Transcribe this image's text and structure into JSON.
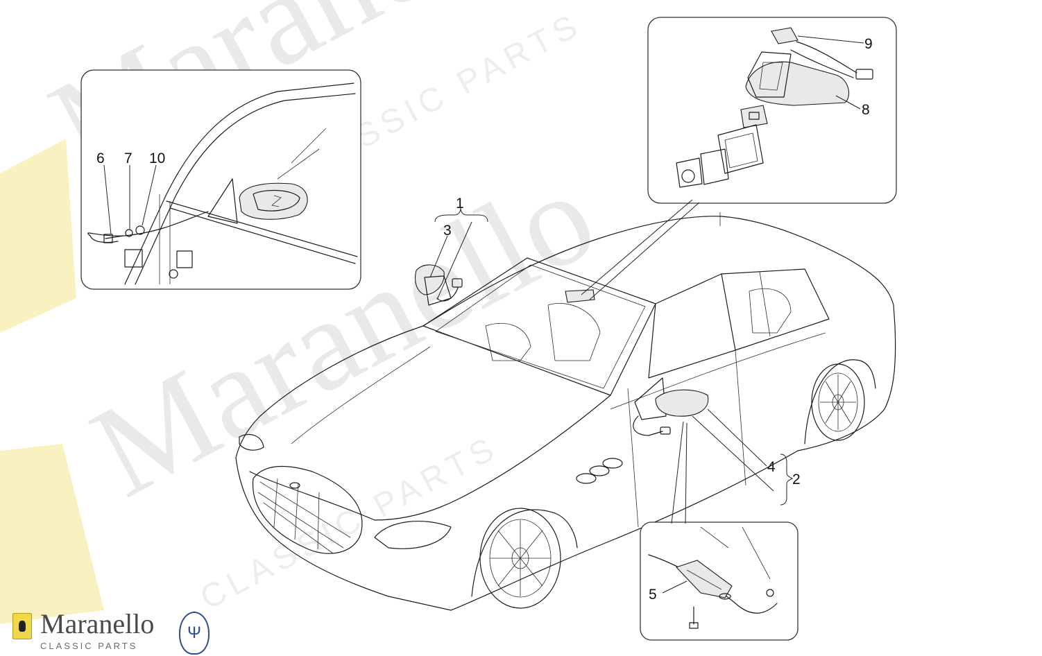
{
  "diagram": {
    "watermark": {
      "brand": "Maranello",
      "sub": "CLASSIC PARTS"
    },
    "callouts": [
      {
        "id": "c1",
        "label": "1"
      },
      {
        "id": "c2",
        "label": "2"
      },
      {
        "id": "c3",
        "label": "3"
      },
      {
        "id": "c4",
        "label": "4"
      },
      {
        "id": "c5",
        "label": "5"
      },
      {
        "id": "c6",
        "label": "6"
      },
      {
        "id": "c7",
        "label": "7"
      },
      {
        "id": "c8",
        "label": "8"
      },
      {
        "id": "c9",
        "label": "9"
      },
      {
        "id": "c10",
        "label": "10"
      }
    ],
    "inset_panels": [
      "door-mirror-mounting-detail",
      "interior-mirror-exploded-detail",
      "courtesy-lamp-detail"
    ]
  },
  "branding": {
    "name": "Maranello",
    "tagline": "CLASSIC PARTS",
    "logo_icon": "ferrari-shield-icon",
    "partner_icon": "maserati-trident-icon"
  },
  "colors": {
    "line": "#1a1a1a",
    "watermark": "#d8d8d8",
    "ferrari_yellow": "#f1d84a",
    "maserati_blue": "#2d4f8a"
  }
}
